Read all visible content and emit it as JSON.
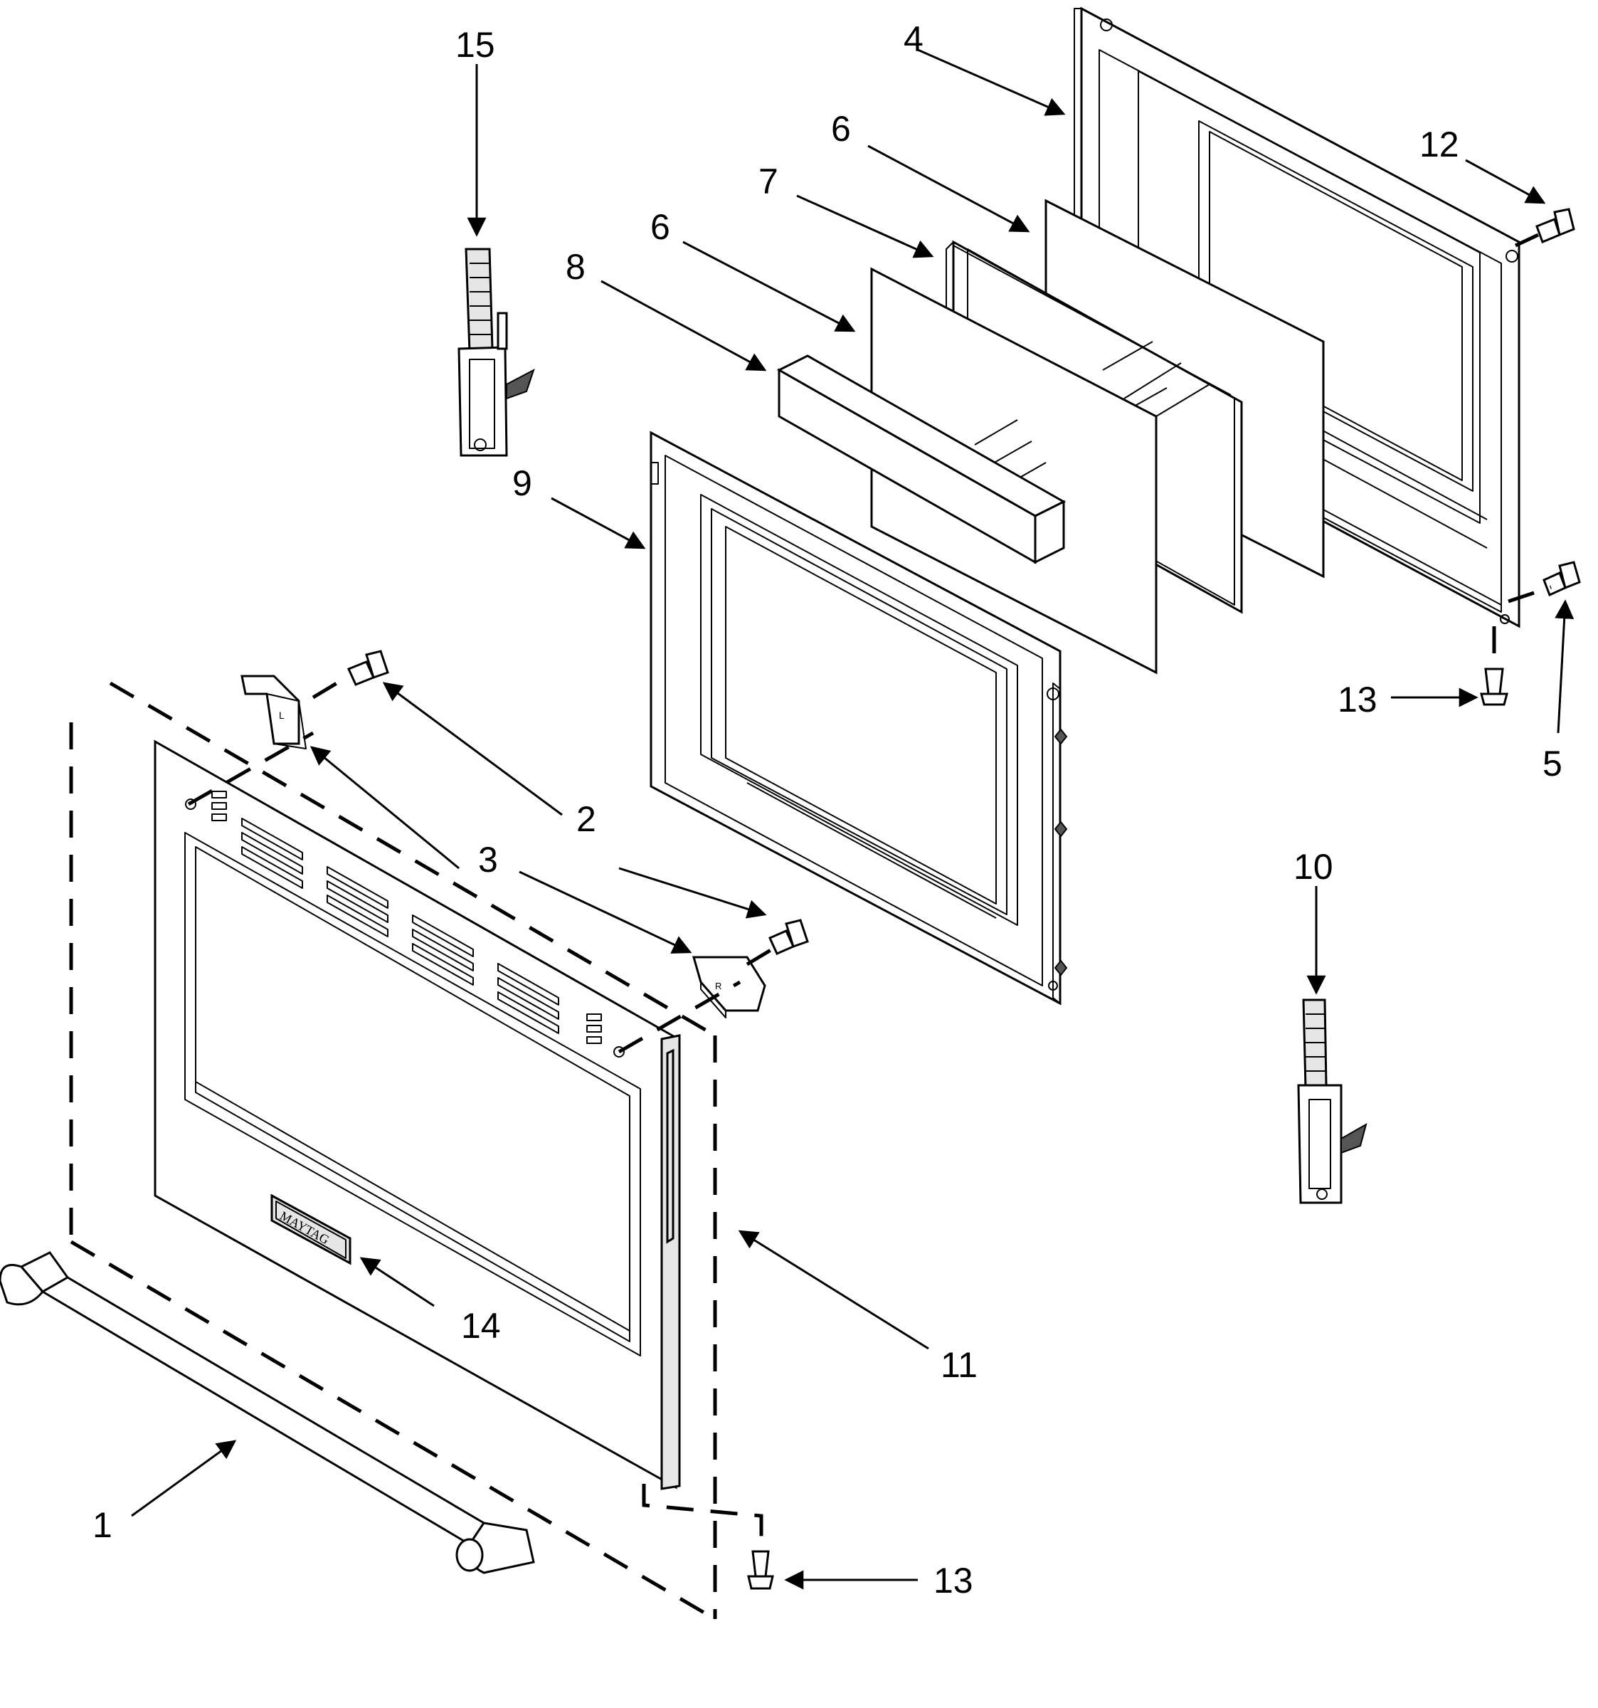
{
  "diagram": {
    "brand_badge": "MAYTAG",
    "callouts": [
      "1",
      "2",
      "3",
      "4",
      "5",
      "6",
      "7",
      "8",
      "9",
      "10",
      "11",
      "12",
      "13",
      "14",
      "15"
    ],
    "labels": {
      "c1": "1",
      "c2": "2",
      "c3": "3",
      "c4": "4",
      "c5": "5",
      "c6a": "6",
      "c6b": "6",
      "c7": "7",
      "c8": "8",
      "c9": "9",
      "c10": "10",
      "c11": "11",
      "c12": "12",
      "c13a": "13",
      "c13b": "13",
      "c14": "14",
      "c15": "15"
    }
  }
}
